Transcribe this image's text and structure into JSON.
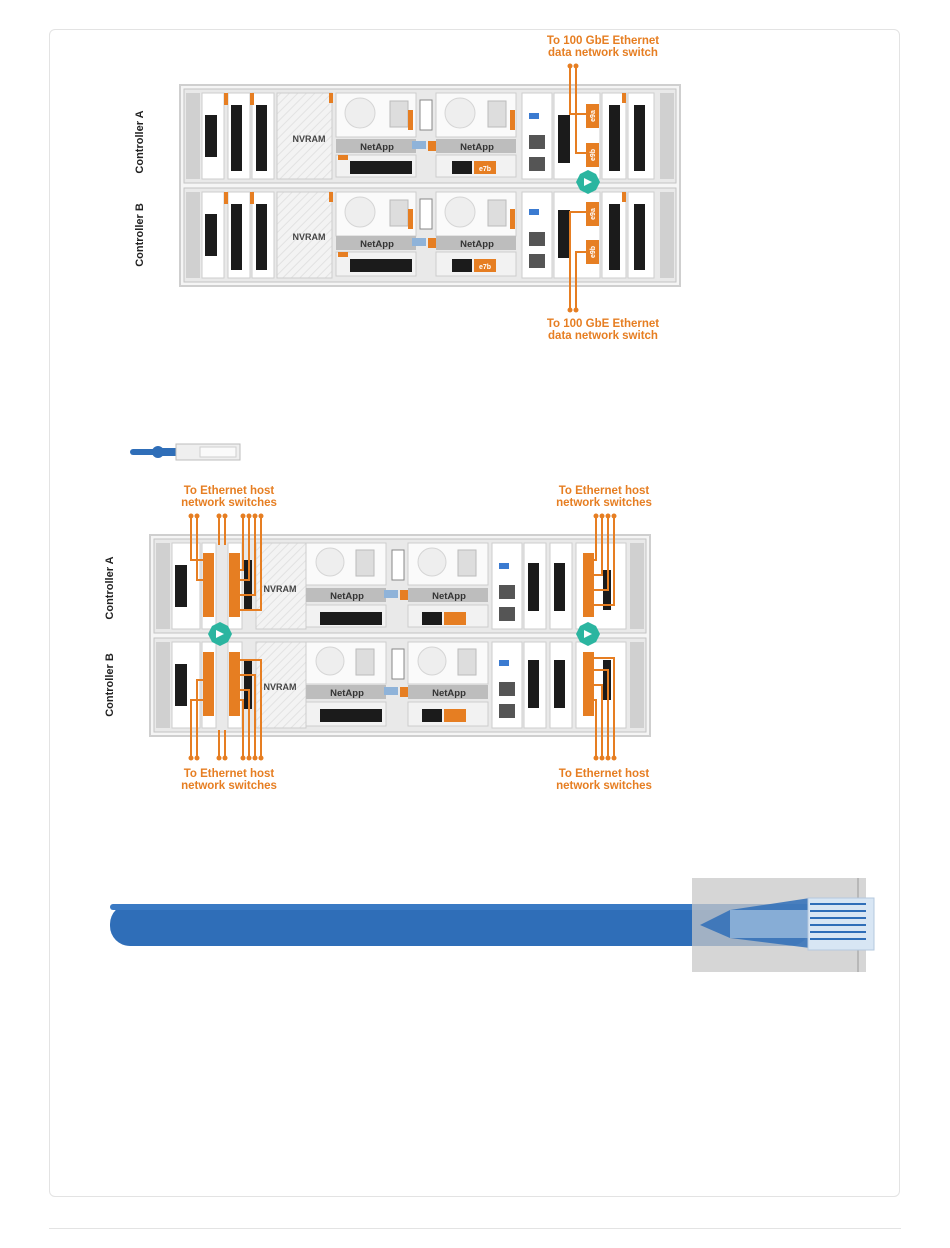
{
  "figure1": {
    "label_top": [
      "To 100 GbE Ethernet",
      "data network switch"
    ],
    "label_bottom": [
      "To 100 GbE Ethernet",
      "data network switch"
    ],
    "controller_a": "Controller A",
    "controller_b": "Controller B",
    "nvram": "NVRAM",
    "brand": "NetApp",
    "port_e7b": "e7b",
    "port_e9a": "e9a",
    "port_e9b": "e9b"
  },
  "figure2": {
    "label_top_left": [
      "To Ethernet host",
      "network switches"
    ],
    "label_top_right": [
      "To Ethernet host",
      "network switches"
    ],
    "label_bottom_left": [
      "To Ethernet host",
      "network switches"
    ],
    "label_bottom_right": [
      "To Ethernet host",
      "network switches"
    ],
    "controller_a": "Controller A",
    "controller_b": "Controller B",
    "nvram": "NVRAM",
    "brand": "NetApp"
  },
  "colors": {
    "accent_orange": "#e67e22",
    "cable_blue": "#2f6eb8",
    "teal": "#2bb5a0",
    "chassis_gray": "#c9c9c9"
  }
}
